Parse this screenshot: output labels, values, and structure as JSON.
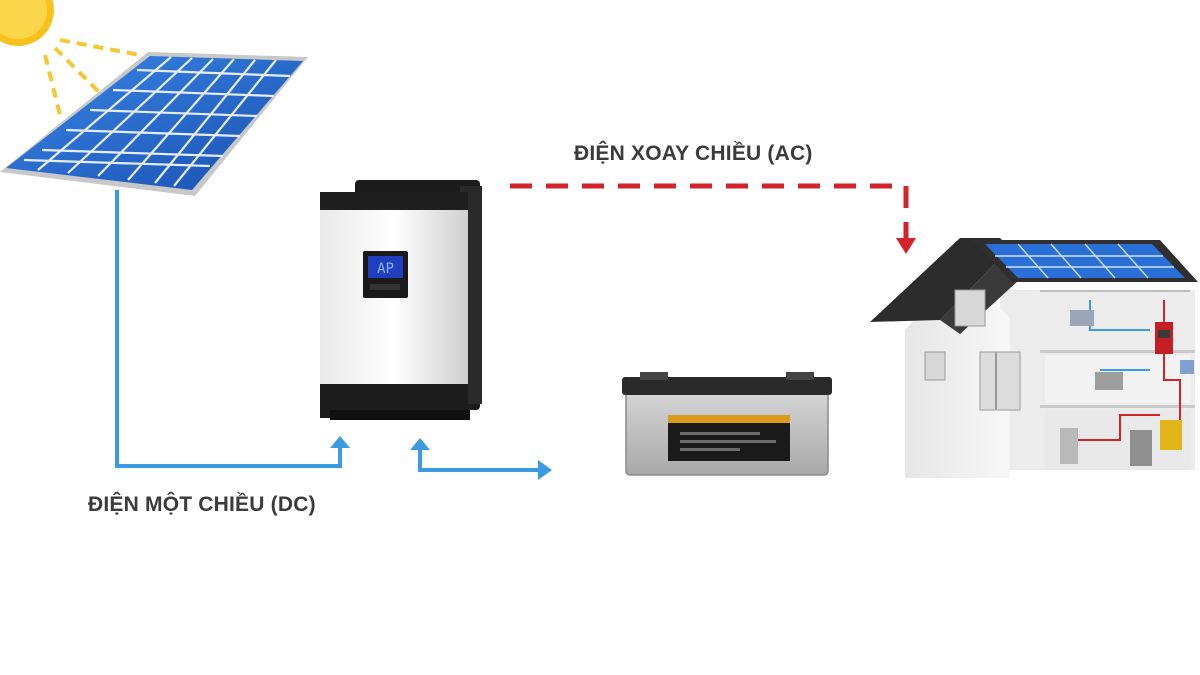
{
  "labels": {
    "ac": "ĐIỆN XOAY CHIỀU (AC)",
    "dc": "ĐIỆN MỘT CHIỀU (DC)"
  },
  "components": [
    {
      "id": "sun",
      "icon": "sun-icon"
    },
    {
      "id": "solar-panel",
      "icon": "solar-panel-icon"
    },
    {
      "id": "inverter",
      "icon": "inverter-icon",
      "display_text": "AP"
    },
    {
      "id": "battery",
      "icon": "battery-icon"
    },
    {
      "id": "house",
      "icon": "house-icon"
    }
  ],
  "colors": {
    "dc_line": "#3b9be0",
    "ac_line": "#d2232a",
    "panel_cell": "#1f63c8",
    "sun": "#f7c21b",
    "text": "#3b3b3b"
  }
}
